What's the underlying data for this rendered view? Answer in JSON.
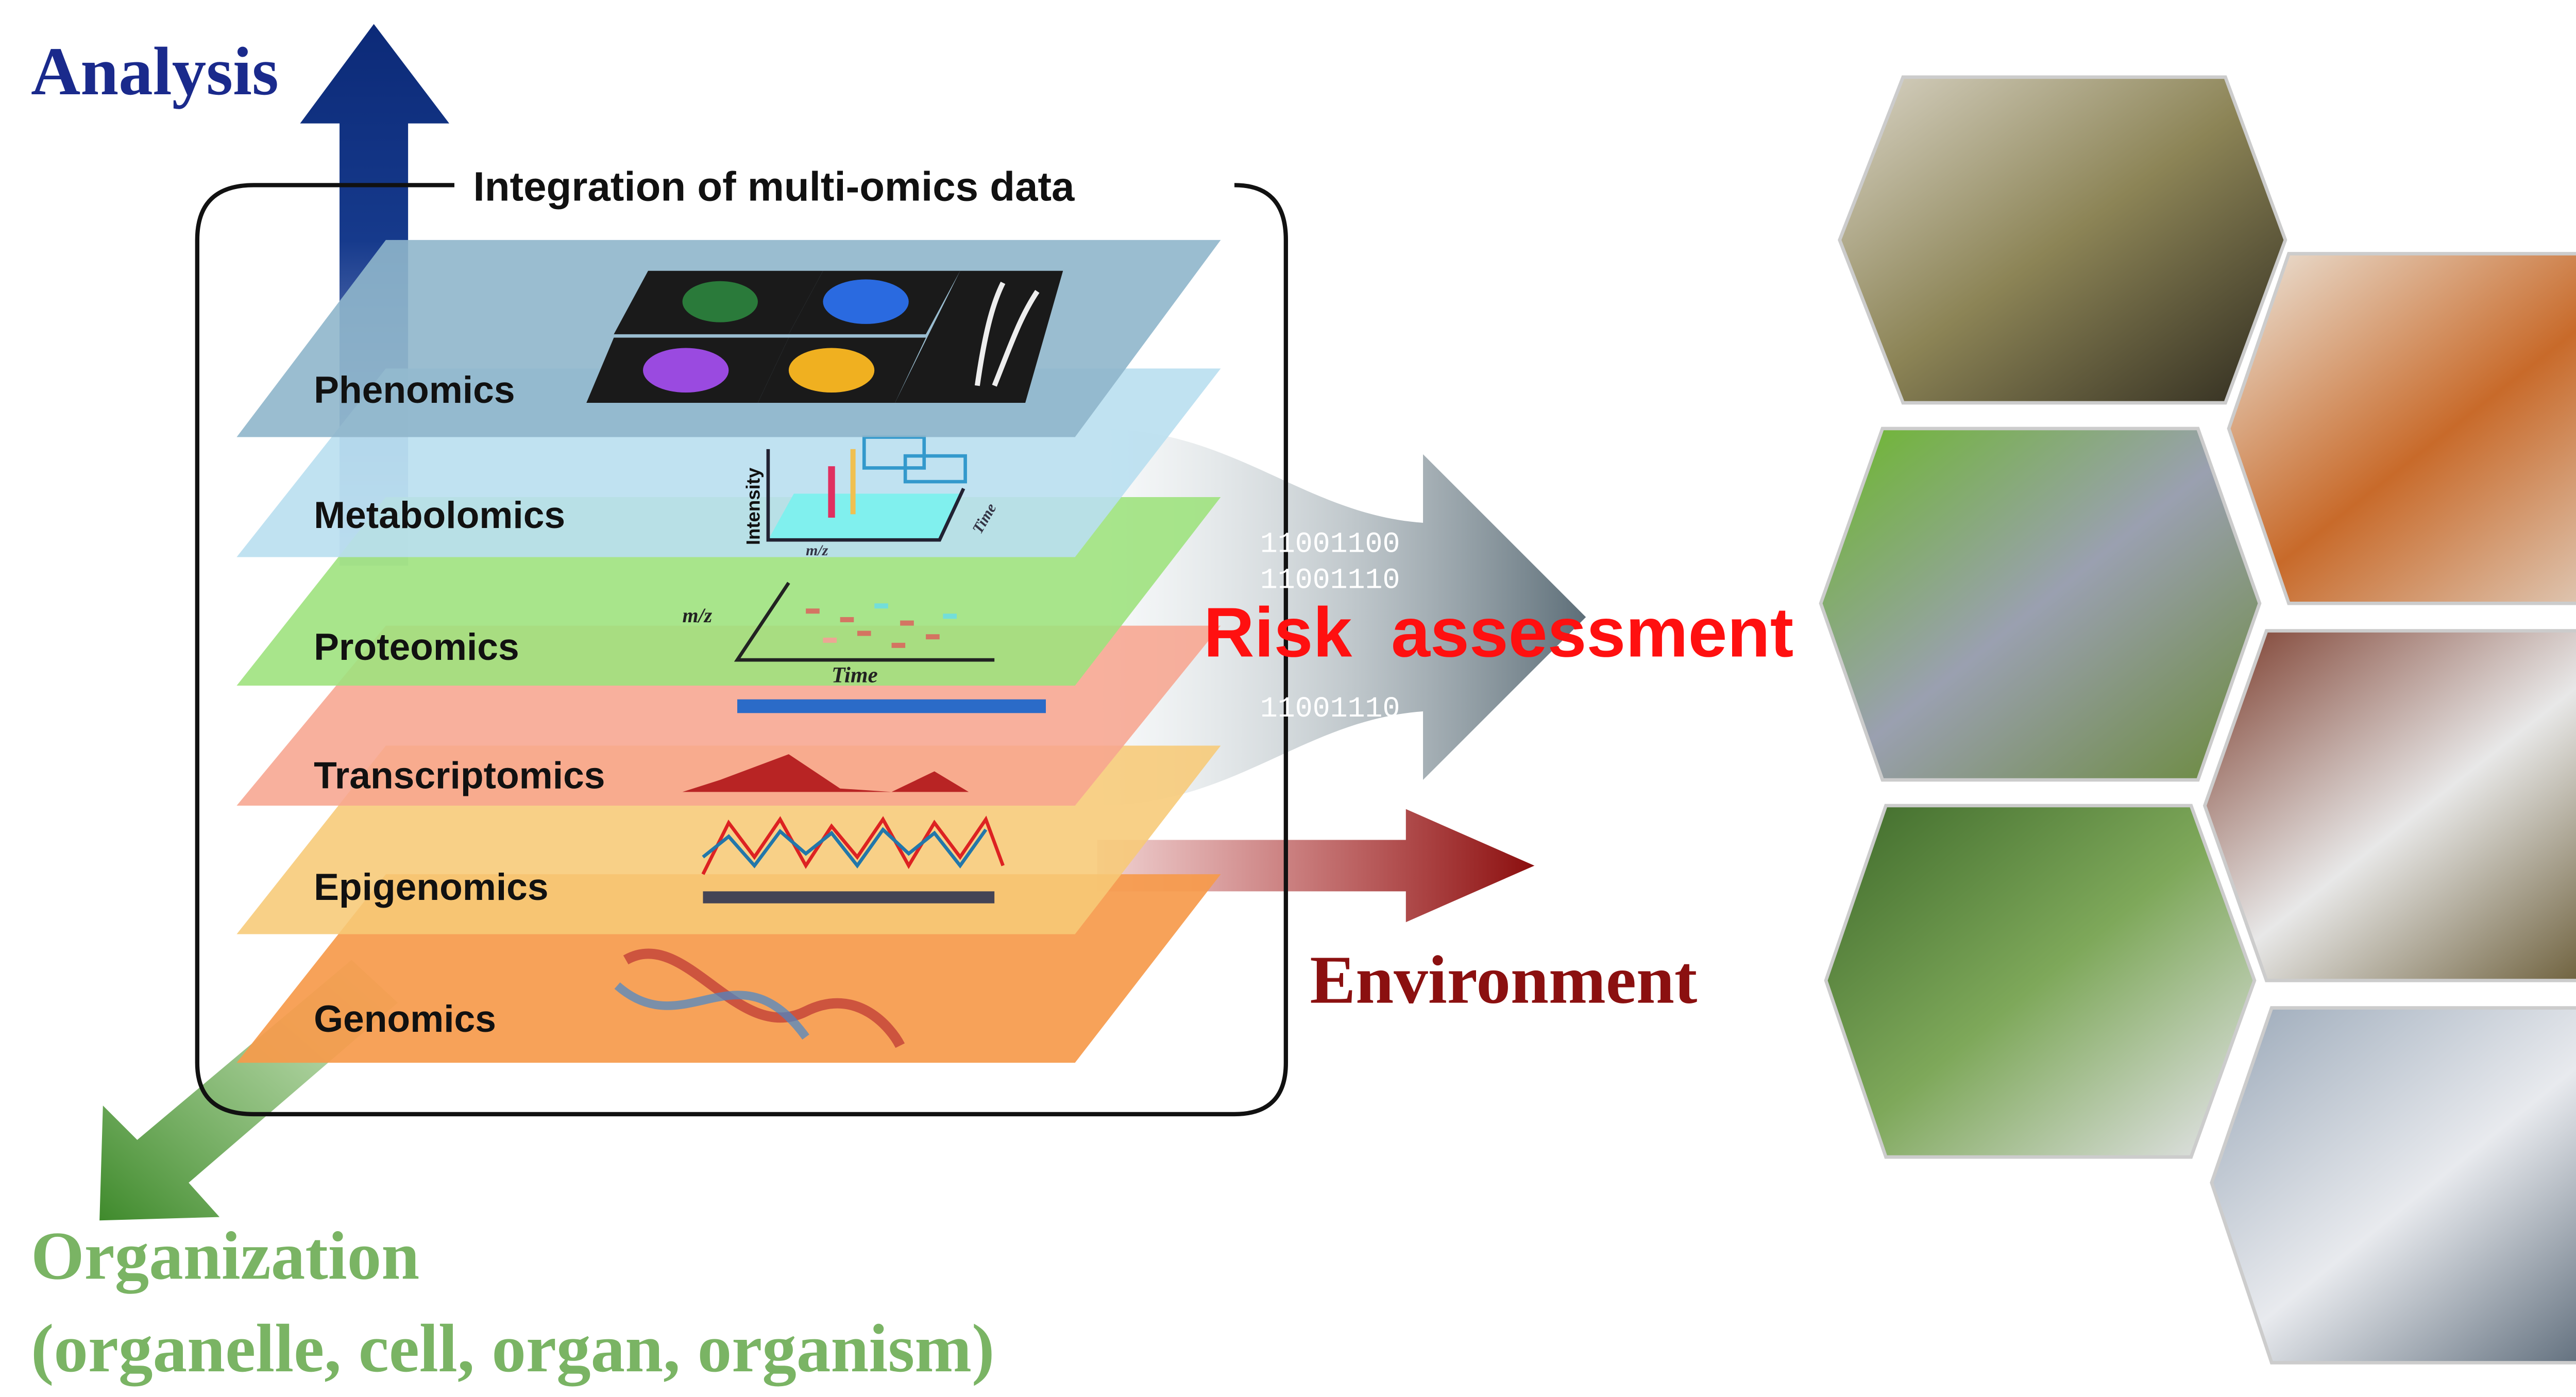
{
  "axes": {
    "analysis": "Analysis",
    "organization": "Organization",
    "organization_detail": "(organelle, cell, organ, organism)"
  },
  "panel": {
    "title": "Integration of multi-omics data",
    "layers": [
      {
        "label": "Phenomics",
        "color": "#8fb6cb"
      },
      {
        "label": "Metabolomics",
        "color": "#b9dff0"
      },
      {
        "label": "Proteomics",
        "color": "#9ee27e"
      },
      {
        "label": "Transcriptomics",
        "color": "#f7a590"
      },
      {
        "label": "Epigenomics",
        "color": "#f7c976"
      },
      {
        "label": "Genomics",
        "color": "#f69a4b"
      }
    ],
    "metabolomics_axes": {
      "y": "Intensity",
      "x": "m/z",
      "z": "Time"
    },
    "proteomics_axes": {
      "y": "m/z",
      "x": "Time"
    }
  },
  "binary": [
    "11001100",
    "11001110",
    "11001110"
  ],
  "outputs": {
    "risk": "Risk  assessment",
    "environment": "Environment"
  },
  "colors": {
    "analysis": "#1a2a8c",
    "organization": "#7ab464",
    "risk": "#ff1010",
    "environment": "#8b1010"
  }
}
